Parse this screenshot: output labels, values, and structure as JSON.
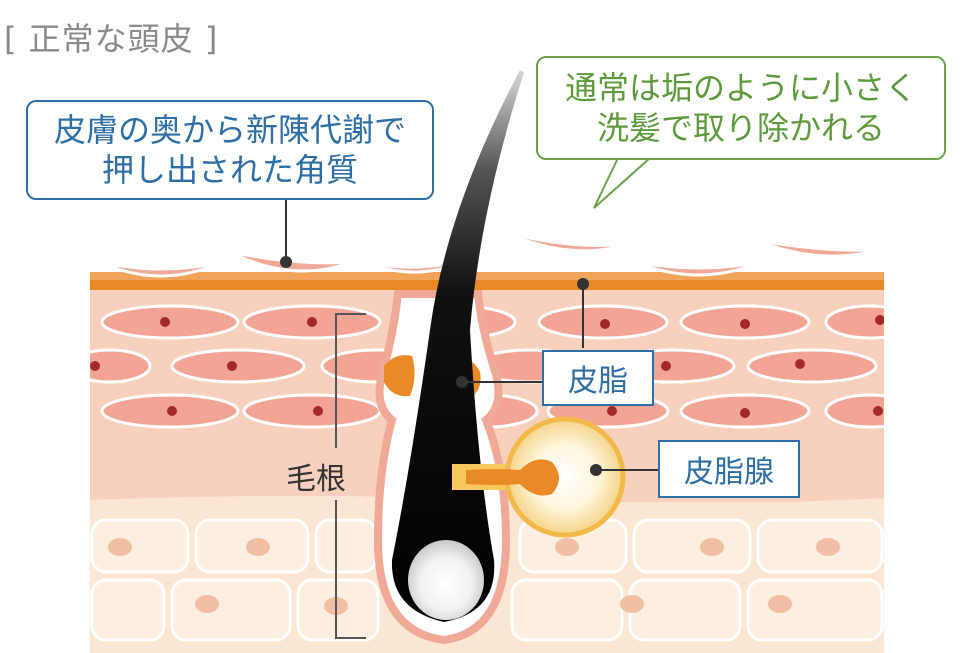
{
  "title": "[ 正常な頭皮 ]",
  "callouts": {
    "dead_skin": {
      "line1": "皮膚の奥から新陳代謝で",
      "line2": "押し出された角質"
    },
    "normal_removal": {
      "line1": "通常は垢のように小さく",
      "line2": "洗髪で取り除かれる"
    }
  },
  "labels": {
    "sebum": "皮脂",
    "sebaceous_gland": "皮脂腺",
    "hair_root": "毛根"
  },
  "colors": {
    "blue_label": "#2e6ea6",
    "green_label": "#6aa24a",
    "stratum_corneum": "#e98a26",
    "epidermis": "#f9d2c0",
    "dermis": "#fbe6d4",
    "flake": "#f0a897",
    "hair": "#111111",
    "gland": "#f2c45a"
  }
}
